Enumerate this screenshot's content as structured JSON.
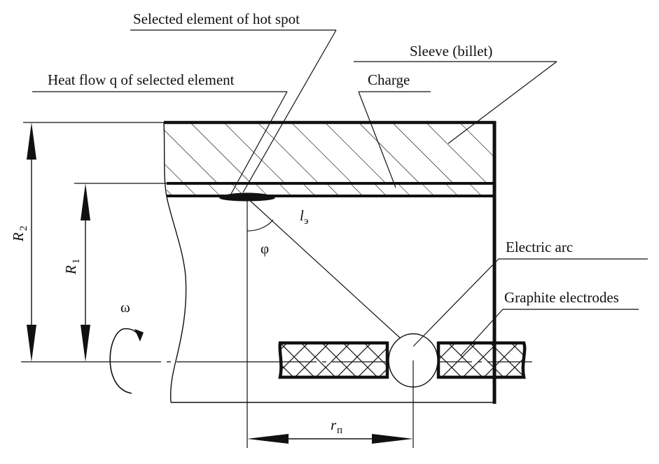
{
  "labels": {
    "selected_element": "Selected element of hot spot",
    "sleeve": "Sleeve (billet)",
    "heat_flow": "Heat flow q of selected element",
    "charge": "Charge",
    "electric_arc": "Electric arc",
    "graphite_electrodes": "Graphite electrodes"
  },
  "symbols": {
    "R2_main": "R",
    "R2_sub": "2",
    "R1_main": "R",
    "R1_sub": "1",
    "omega": "ω",
    "phi": "φ",
    "l_main": "l",
    "l_sub": "э",
    "r_main": "r",
    "r_sub": "п"
  }
}
